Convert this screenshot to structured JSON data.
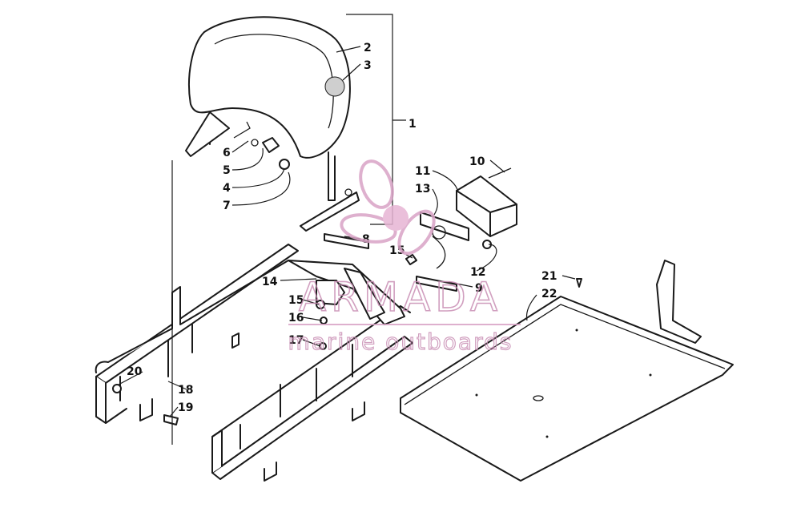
{
  "callouts": [
    {
      "id": "c1",
      "label": "1"
    },
    {
      "id": "c2",
      "label": "2"
    },
    {
      "id": "c3",
      "label": "3"
    },
    {
      "id": "c4",
      "label": "4"
    },
    {
      "id": "c5",
      "label": "5"
    },
    {
      "id": "c6",
      "label": "6"
    },
    {
      "id": "c7",
      "label": "7"
    },
    {
      "id": "c8",
      "label": "8"
    },
    {
      "id": "c9",
      "label": "9"
    },
    {
      "id": "c10",
      "label": "10"
    },
    {
      "id": "c11",
      "label": "11"
    },
    {
      "id": "c12",
      "label": "12"
    },
    {
      "id": "c13",
      "label": "13"
    },
    {
      "id": "c14",
      "label": "14"
    },
    {
      "id": "c15a",
      "label": "15"
    },
    {
      "id": "c15b",
      "label": "15"
    },
    {
      "id": "c16",
      "label": "16"
    },
    {
      "id": "c17",
      "label": "17"
    },
    {
      "id": "c18",
      "label": "18"
    },
    {
      "id": "c19",
      "label": "19"
    },
    {
      "id": "c20",
      "label": "20"
    },
    {
      "id": "c21",
      "label": "21"
    },
    {
      "id": "c22",
      "label": "22"
    }
  ],
  "watermark": {
    "brand": "ARMADA",
    "tagline": "marine outboards",
    "color": "#d9a3c6"
  }
}
